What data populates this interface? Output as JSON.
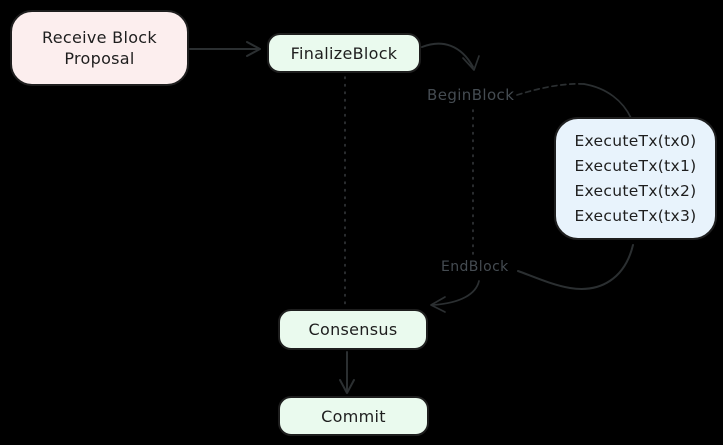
{
  "diagram": {
    "nodes": {
      "receive_block_proposal": {
        "label_line1": "Receive Block",
        "label_line2": "Proposal"
      },
      "finalize_block": {
        "label": "FinalizeBlock"
      },
      "execute_tx": {
        "lines": [
          "ExecuteTx(tx0)",
          "ExecuteTx(tx1)",
          "ExecuteTx(tx2)",
          "ExecuteTx(tx3)"
        ]
      },
      "consensus": {
        "label": "Consensus"
      },
      "commit": {
        "label": "Commit"
      }
    },
    "labels": {
      "begin_block": "BeginBlock",
      "end_block": "EndBlock"
    },
    "colors": {
      "background": "#000000",
      "node_border": "#1e1e1e",
      "node_text": "#1e1e1e",
      "arrow": "#2b2f31",
      "dotted_line": "#34383b",
      "phase_label": "#454c52",
      "fill_pink": "#fceeee",
      "fill_green": "#eafaee",
      "fill_blue": "#e8f3fc"
    }
  }
}
